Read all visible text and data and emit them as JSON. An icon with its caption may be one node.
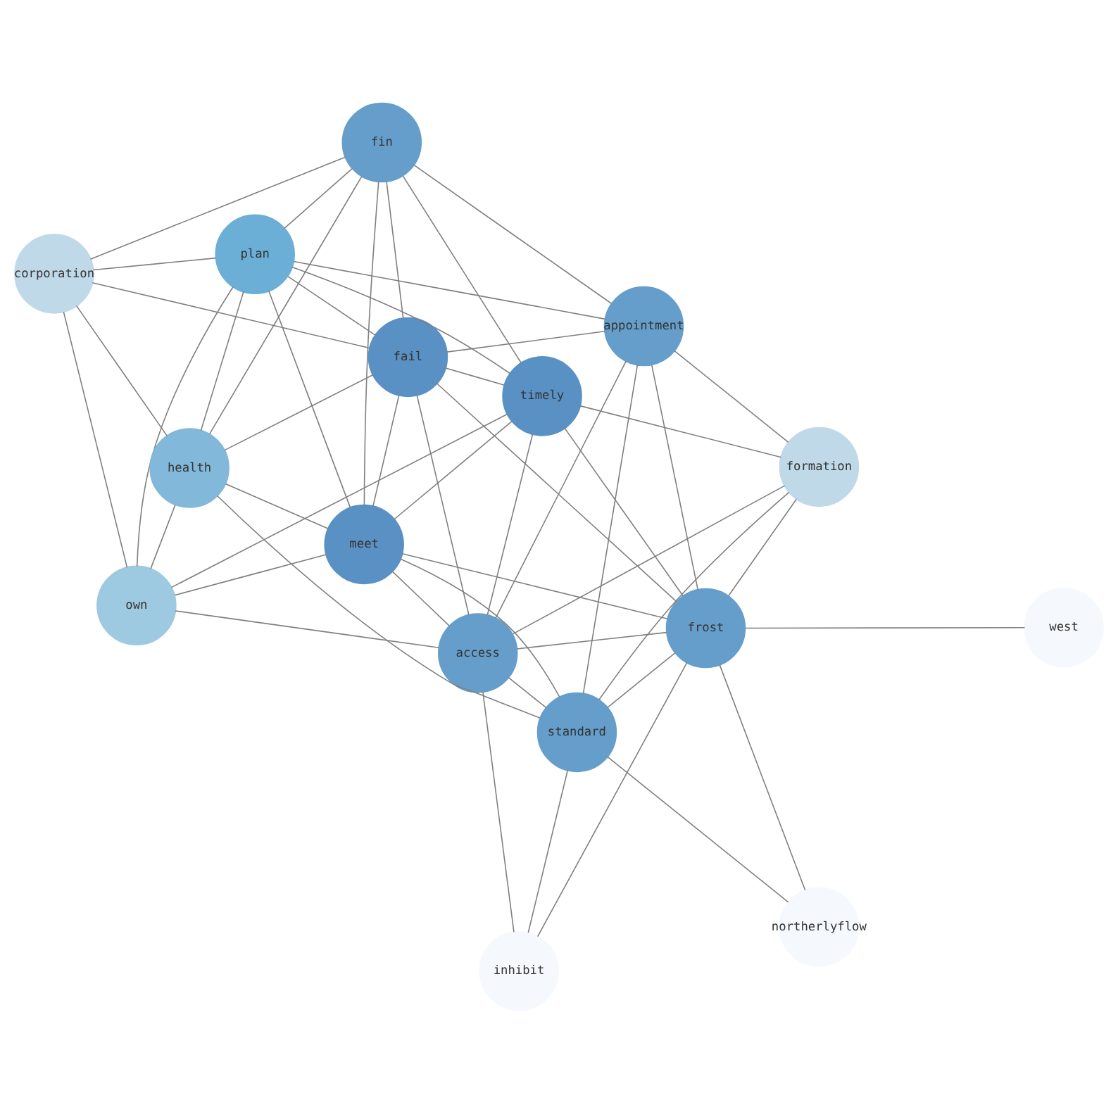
{
  "diagram": {
    "nodes": [
      {
        "text": [
          "own"
        ]
      },
      {
        "text": [
          "plan"
        ]
      },
      {
        "text": [
          "corporation"
        ]
      },
      {
        "text": [
          "health"
        ]
      },
      {
        "text": [
          "fail"
        ]
      },
      {
        "text": [
          "fin"
        ]
      },
      {
        "text": [
          "inhibit"
        ]
      },
      {
        "text": [
          "meet"
        ]
      },
      {
        "text": [
          "access"
        ]
      },
      {
        "text": [
          "timely"
        ]
      },
      {
        "text": [
          "appointment"
        ]
      },
      {
        "text": [
          "standard"
        ]
      },
      {
        "text": [
          "frost"
        ]
      },
      {
        "text": [
          "west"
        ]
      },
      {
        "text": [
          "formation"
        ]
      },
      {
        "text": [
          "northerlyflow"
        ]
      }
    ],
    "edges": [
      {
        "from": 1,
        "to": 0,
        "arrow": "none"
      },
      {
        "from": 1,
        "to": 2,
        "arrow": "none"
      },
      {
        "from": 0,
        "to": 2,
        "arrow": "none"
      },
      {
        "from": 3,
        "to": 0,
        "arrow": "none"
      },
      {
        "from": 3,
        "to": 1,
        "arrow": "none"
      },
      {
        "from": 3,
        "to": 2,
        "arrow": "none"
      },
      {
        "from": 3,
        "to": 4,
        "arrow": "none"
      },
      {
        "from": 3,
        "to": 5,
        "arrow": "none"
      },
      {
        "from": 3,
        "to": 7,
        "arrow": "none"
      },
      {
        "from": 3,
        "to": 11,
        "arrow": "none"
      },
      {
        "from": 0,
        "to": 7,
        "arrow": "none"
      },
      {
        "from": 0,
        "to": 9,
        "arrow": "none"
      },
      {
        "from": 0,
        "to": 8,
        "arrow": "none"
      },
      {
        "from": 1,
        "to": 4,
        "arrow": "none"
      },
      {
        "from": 1,
        "to": 5,
        "arrow": "none"
      },
      {
        "from": 1,
        "to": 7,
        "arrow": "none"
      },
      {
        "from": 1,
        "to": 9,
        "arrow": "none"
      },
      {
        "from": 1,
        "to": 10,
        "arrow": "none"
      },
      {
        "from": 2,
        "to": 4,
        "arrow": "none"
      },
      {
        "from": 2,
        "to": 5,
        "arrow": "none"
      },
      {
        "from": 4,
        "to": 5,
        "arrow": "none"
      },
      {
        "from": 4,
        "to": 7,
        "arrow": "none"
      },
      {
        "from": 4,
        "to": 9,
        "arrow": "none"
      },
      {
        "from": 4,
        "to": 10,
        "arrow": "none"
      },
      {
        "from": 4,
        "to": 8,
        "arrow": "none"
      },
      {
        "from": 4,
        "to": 12,
        "arrow": "none"
      },
      {
        "from": 5,
        "to": 7,
        "arrow": "none"
      },
      {
        "from": 5,
        "to": 9,
        "arrow": "none"
      },
      {
        "from": 5,
        "to": 10,
        "arrow": "none"
      },
      {
        "from": 7,
        "to": 8,
        "arrow": "none"
      },
      {
        "from": 7,
        "to": 9,
        "arrow": "none"
      },
      {
        "from": 7,
        "to": 11,
        "arrow": "none"
      },
      {
        "from": 7,
        "to": 12,
        "arrow": "none"
      },
      {
        "from": 9,
        "to": 8,
        "arrow": "none"
      },
      {
        "from": 9,
        "to": 12,
        "arrow": "none"
      },
      {
        "from": 9,
        "to": 14,
        "arrow": "none"
      },
      {
        "from": 10,
        "to": 8,
        "arrow": "none"
      },
      {
        "from": 10,
        "to": 11,
        "arrow": "none"
      },
      {
        "from": 10,
        "to": 12,
        "arrow": "none"
      },
      {
        "from": 10,
        "to": 14,
        "arrow": "none"
      },
      {
        "from": 8,
        "to": 6,
        "arrow": "none"
      },
      {
        "from": 8,
        "to": 11,
        "arrow": "none"
      },
      {
        "from": 8,
        "to": 12,
        "arrow": "none"
      },
      {
        "from": 8,
        "to": 14,
        "arrow": "none"
      },
      {
        "from": 11,
        "to": 6,
        "arrow": "none"
      },
      {
        "from": 11,
        "to": 12,
        "arrow": "none"
      },
      {
        "from": 11,
        "to": 14,
        "arrow": "none"
      },
      {
        "from": 11,
        "to": 15,
        "arrow": "none"
      },
      {
        "from": 12,
        "to": 6,
        "arrow": "none"
      },
      {
        "from": 12,
        "to": 13,
        "arrow": "none"
      },
      {
        "from": 12,
        "to": 14,
        "arrow": "none"
      },
      {
        "from": 12,
        "to": 15,
        "arrow": "none"
      }
    ]
  }
}
